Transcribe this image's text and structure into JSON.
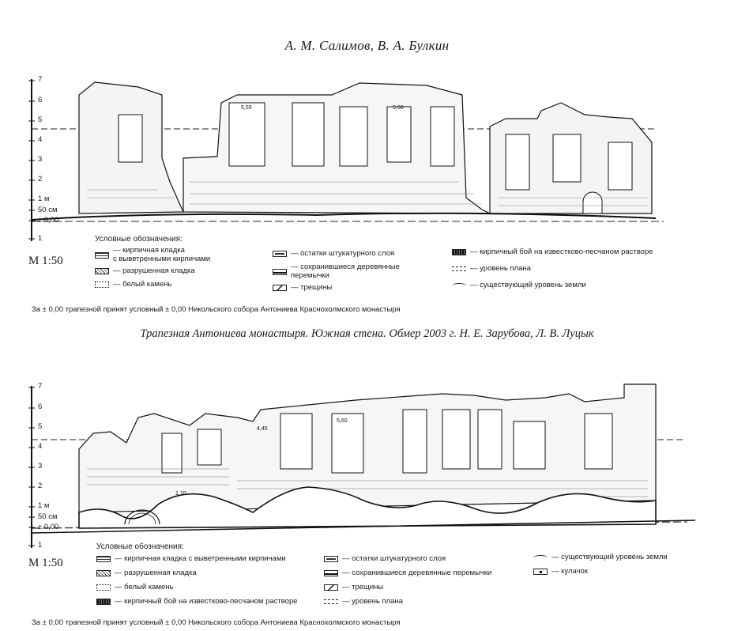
{
  "authors": "А. М. Салимов, В. А. Булкин",
  "figure1": {
    "legend_title": "Условные обозначения:",
    "scale": "М 1:50",
    "axis_ticks": [
      "7",
      "6",
      "5",
      "4",
      "3",
      "2",
      "1 м",
      "50 см",
      "± 0,00",
      "1"
    ],
    "elevations": [
      "5,55",
      "5,60"
    ],
    "legend": [
      {
        "label": "кирпичная кладка\nс выветренными кирпичами",
        "symbol": "brick"
      },
      {
        "label": "разрушенная кладка",
        "symbol": "ruin"
      },
      {
        "label": "белый камень",
        "symbol": "white"
      },
      {
        "label": "остатки штукатурного слоя",
        "symbol": "plaster"
      },
      {
        "label": "сохранившиеся деревянные\nперемычки",
        "symbol": "beams"
      },
      {
        "label": "трещины",
        "symbol": "crack"
      },
      {
        "label": "кирпичный бой на известково-песчаном растворе",
        "symbol": "bits"
      },
      {
        "label": "уровень плана",
        "symbol": "plan"
      },
      {
        "label": "существующий уровень земли",
        "symbol": "ground"
      }
    ],
    "note": "За ± 0,00 трапезной принят условный ± 0,00 Никольского собора Антониева Краснохолмского монастыря"
  },
  "caption": "Трапезная Антониева монастыря. Южная стена. Обмер 2003 г. Н. Е. Зарубова, Л. В. Луцык",
  "figure2": {
    "legend_title": "Условные обозначения:",
    "scale": "М 1:50",
    "axis_ticks": [
      "7",
      "6",
      "5",
      "4",
      "3",
      "2",
      "1 м",
      "50 см",
      "± 0,00",
      "1"
    ],
    "elevations": [
      "4,45",
      "5,60",
      "1,10"
    ],
    "legend": [
      {
        "label": "кирпичная кладка с выветренными кирпичами",
        "symbol": "brick"
      },
      {
        "label": "разрушенная кладка",
        "symbol": "ruin"
      },
      {
        "label": "белый камень",
        "symbol": "white"
      },
      {
        "label": "кирпичный бой на известково-песчаном растворе",
        "symbol": "bits"
      },
      {
        "label": "остатки штукатурного слоя",
        "symbol": "plaster"
      },
      {
        "label": "сохранившиеся деревянные перемычки",
        "symbol": "beams"
      },
      {
        "label": "трещины",
        "symbol": "crack"
      },
      {
        "label": "уровень плана",
        "symbol": "plan"
      },
      {
        "label": "существующий уровень земли",
        "symbol": "ground"
      },
      {
        "label": "кулачок",
        "symbol": "cam"
      }
    ],
    "note": "За ± 0,00 трапезной принят условный ± 0,00 Никольского собора Антониева Краснохолмского монастыря"
  }
}
